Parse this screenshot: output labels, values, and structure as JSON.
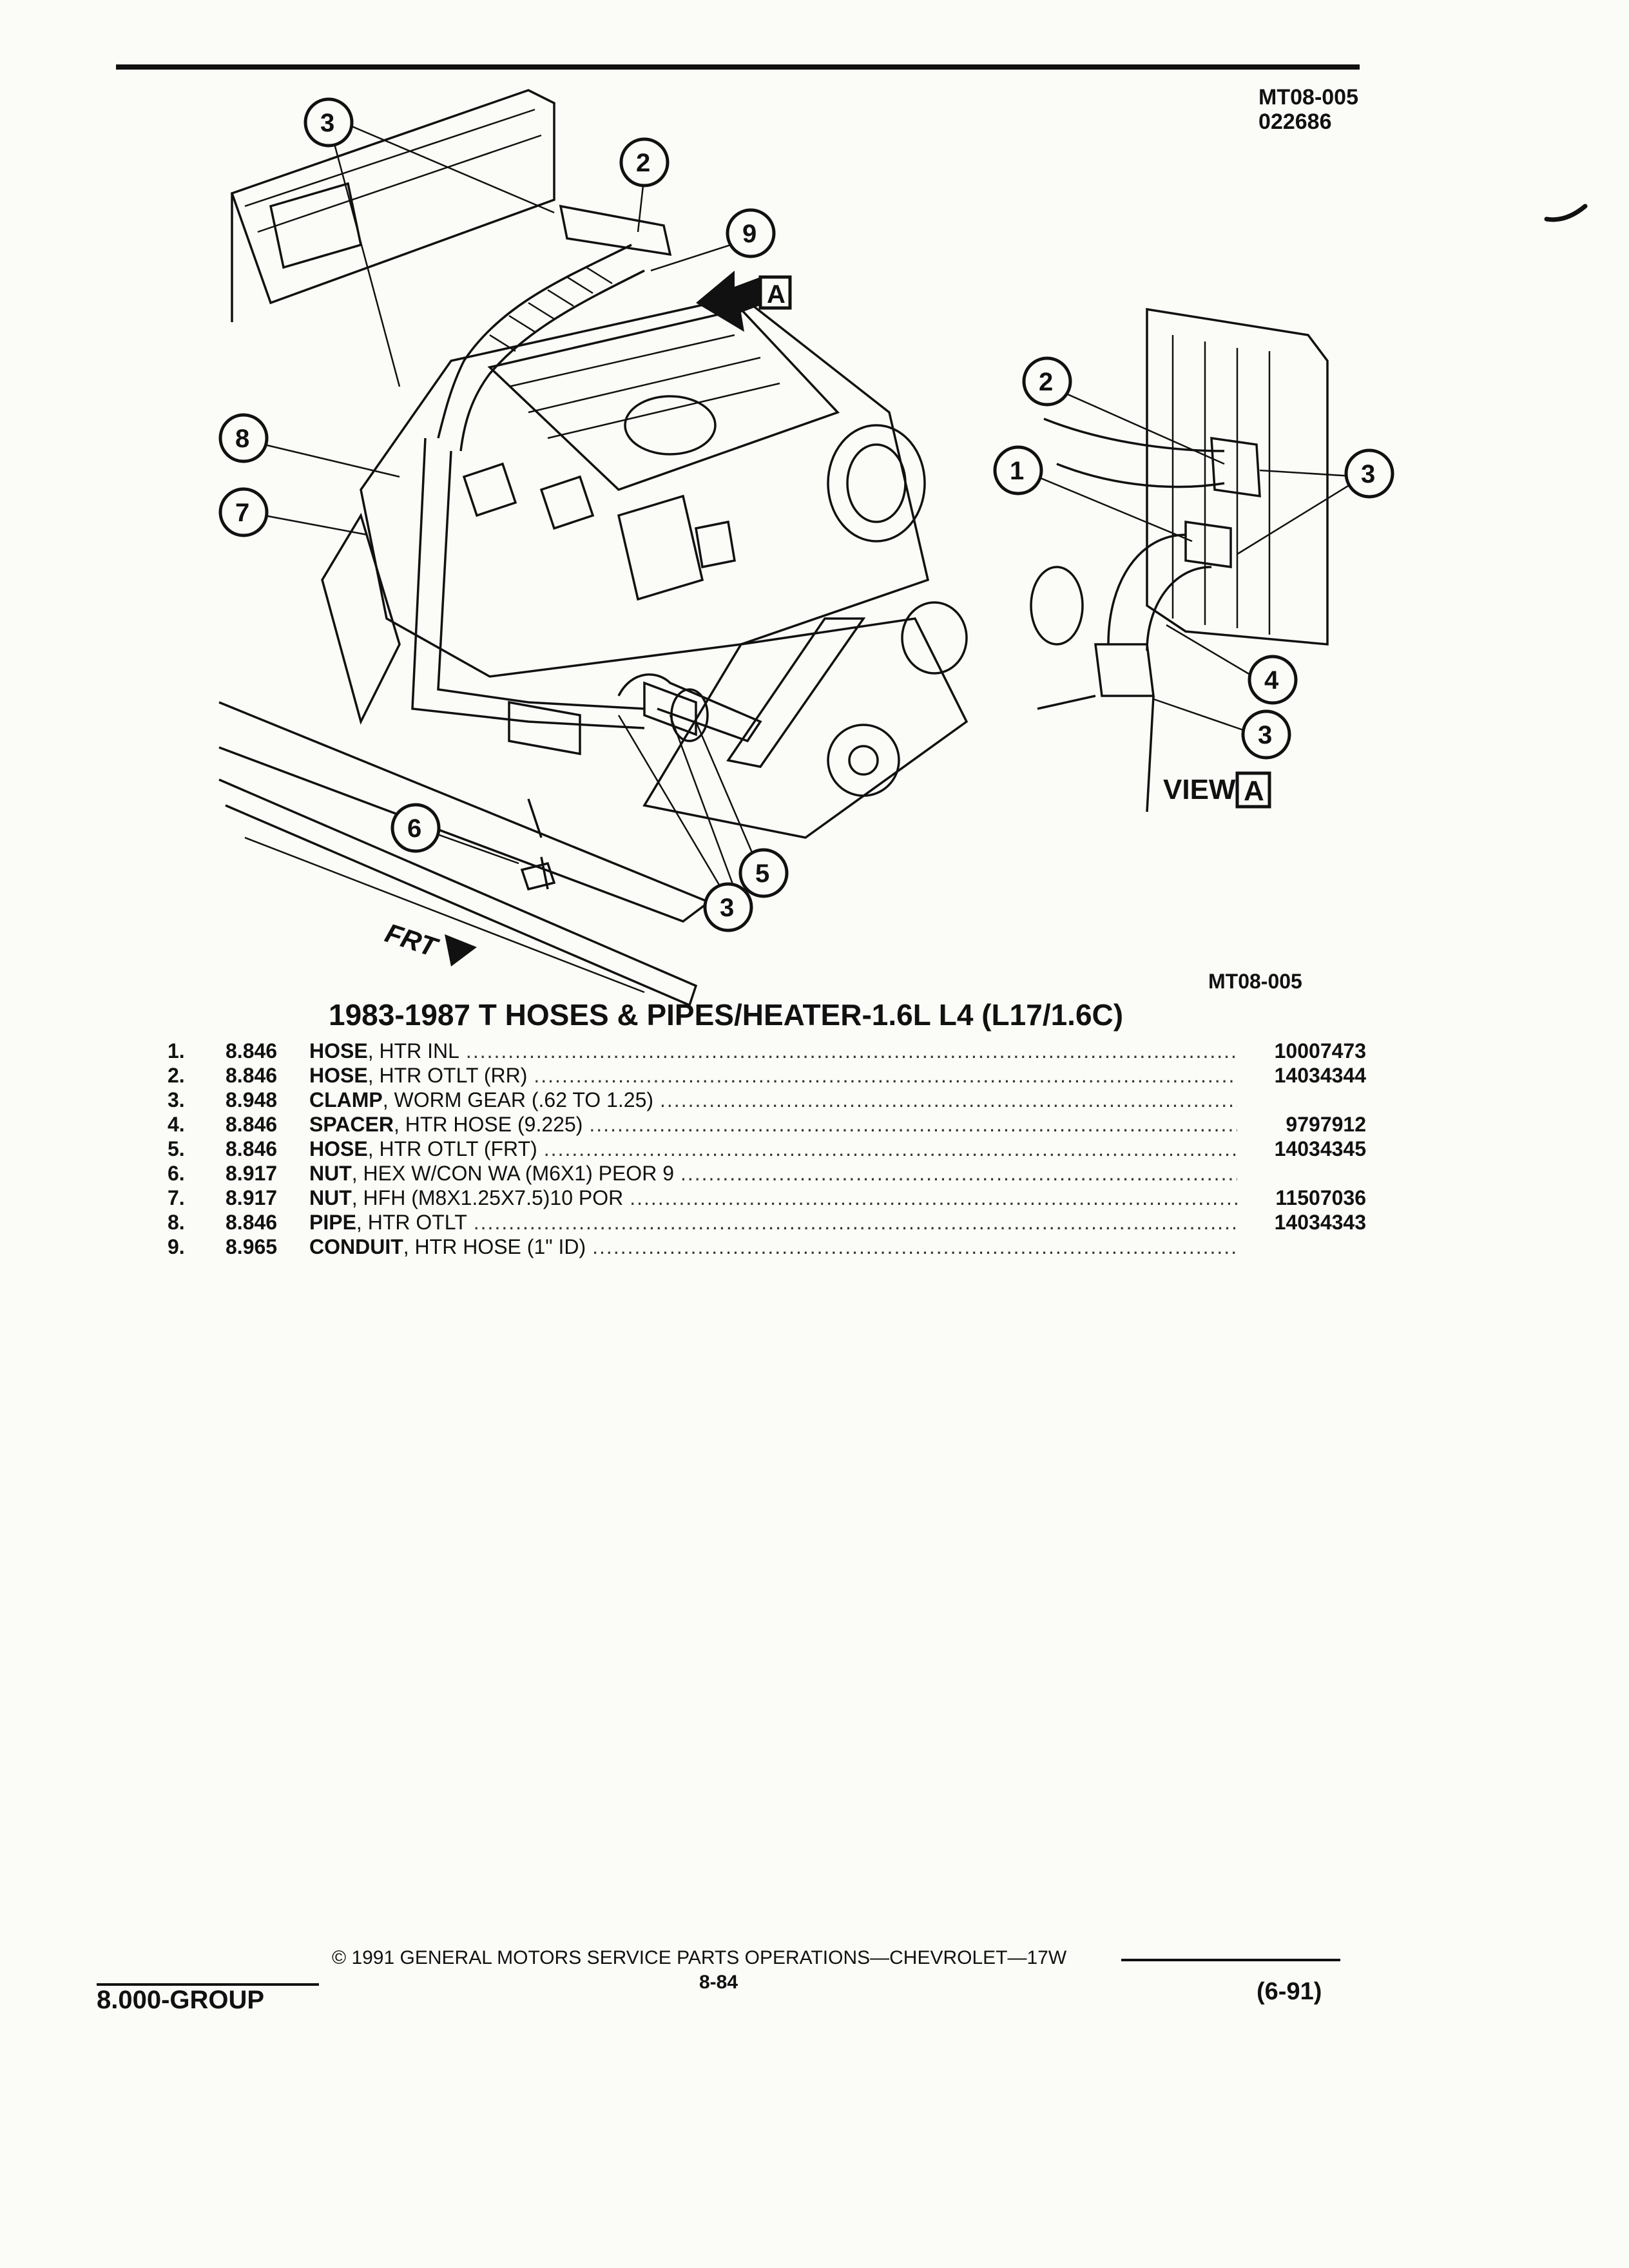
{
  "header": {
    "ref_line1": "MT08-005",
    "ref_line2": "022686"
  },
  "diagram": {
    "ref": "MT08-005",
    "view_label": "VIEW",
    "view_letter": "A",
    "arrow_letter": "A",
    "front_label": "FRT",
    "callouts_main": [
      "3",
      "2",
      "9",
      "8",
      "7",
      "6",
      "5",
      "3"
    ],
    "callouts_view": [
      "2",
      "1",
      "3",
      "4",
      "3"
    ]
  },
  "title": "1983-1987 T HOSES & PIPES/HEATER-1.6L L4 (L17/1.6C)",
  "parts": [
    {
      "idx": "1.",
      "code": "8.846",
      "name": "HOSE",
      "desc": ", HTR INL",
      "part": "10007473"
    },
    {
      "idx": "2.",
      "code": "8.846",
      "name": "HOSE",
      "desc": ", HTR OTLT (RR)",
      "part": "14034344"
    },
    {
      "idx": "3.",
      "code": "8.948",
      "name": "CLAMP",
      "desc": ", WORM GEAR (.62 TO 1.25)",
      "part": ""
    },
    {
      "idx": "4.",
      "code": "8.846",
      "name": "SPACER",
      "desc": ", HTR HOSE (9.225)",
      "part": "9797912"
    },
    {
      "idx": "5.",
      "code": "8.846",
      "name": "HOSE",
      "desc": ", HTR OTLT (FRT)",
      "part": "14034345"
    },
    {
      "idx": "6.",
      "code": "8.917",
      "name": "NUT",
      "desc": ", HEX W/CON WA (M6X1) PEOR 9",
      "part": ""
    },
    {
      "idx": "7.",
      "code": "8.917",
      "name": "NUT",
      "desc": ", HFH (M8X1.25X7.5)10 POR",
      "part": "11507036"
    },
    {
      "idx": "8.",
      "code": "8.846",
      "name": "PIPE",
      "desc": ", HTR OTLT",
      "part": "14034343"
    },
    {
      "idx": "9.",
      "code": "8.965",
      "name": "CONDUIT",
      "desc": ", HTR HOSE (1\" ID)",
      "part": ""
    }
  ],
  "footer": {
    "group": "8.000-GROUP",
    "copyright": "© 1991 GENERAL MOTORS SERVICE PARTS OPERATIONS—CHEVROLET—17W",
    "page": "8-84",
    "date_code": "(6-91)"
  }
}
